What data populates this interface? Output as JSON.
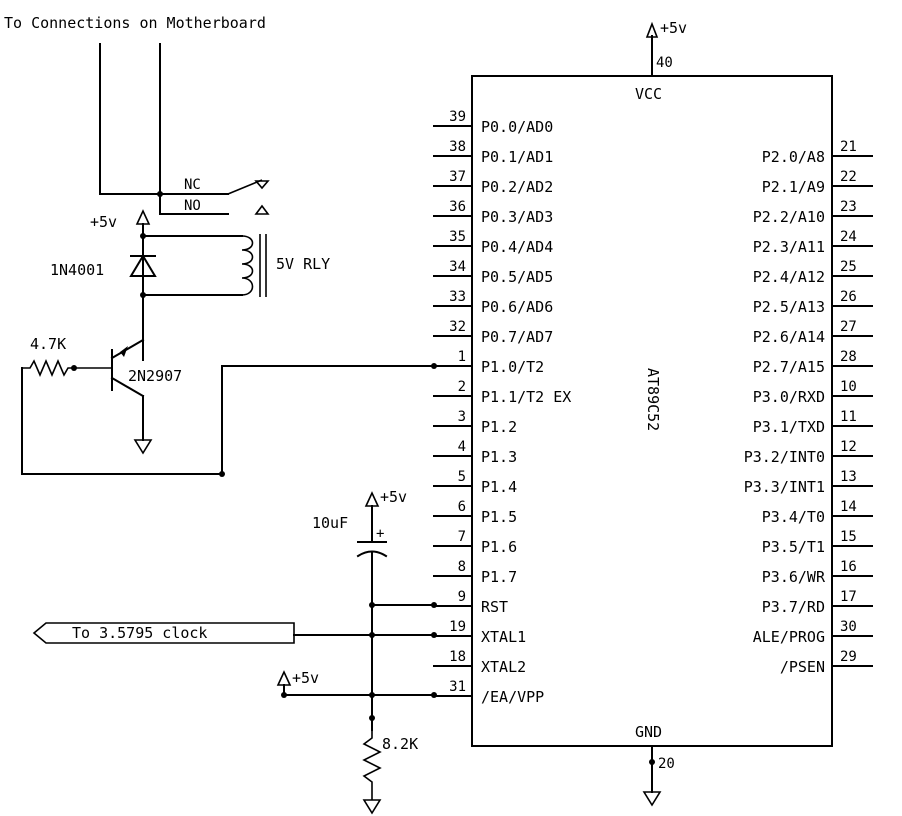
{
  "header": {
    "title": "To Connections on Motherboard"
  },
  "chip": {
    "name": "AT89C52",
    "vcc_label": "VCC",
    "gnd_label": "GND",
    "vcc_pin": "40",
    "gnd_pin": "20",
    "left_pins": [
      {
        "num": "39",
        "label": "P0.0/AD0"
      },
      {
        "num": "38",
        "label": "P0.1/AD1"
      },
      {
        "num": "37",
        "label": "P0.2/AD2"
      },
      {
        "num": "36",
        "label": "P0.3/AD3"
      },
      {
        "num": "35",
        "label": "P0.4/AD4"
      },
      {
        "num": "34",
        "label": "P0.5/AD5"
      },
      {
        "num": "33",
        "label": "P0.6/AD6"
      },
      {
        "num": "32",
        "label": "P0.7/AD7"
      },
      {
        "num": "1",
        "label": "P1.0/T2"
      },
      {
        "num": "2",
        "label": "P1.1/T2 EX"
      },
      {
        "num": "3",
        "label": "P1.2"
      },
      {
        "num": "4",
        "label": "P1.3"
      },
      {
        "num": "5",
        "label": "P1.4"
      },
      {
        "num": "6",
        "label": "P1.5"
      },
      {
        "num": "7",
        "label": "P1.6"
      },
      {
        "num": "8",
        "label": "P1.7"
      },
      {
        "num": "9",
        "label": "RST"
      },
      {
        "num": "19",
        "label": "XTAL1"
      },
      {
        "num": "18",
        "label": "XTAL2"
      },
      {
        "num": "31",
        "label": "/EA/VPP"
      }
    ],
    "right_pins": [
      {
        "num": "21",
        "label": "P2.0/A8"
      },
      {
        "num": "22",
        "label": "P2.1/A9"
      },
      {
        "num": "23",
        "label": "P2.2/A10"
      },
      {
        "num": "24",
        "label": "P2.3/A11"
      },
      {
        "num": "25",
        "label": "P2.4/A12"
      },
      {
        "num": "26",
        "label": "P2.5/A13"
      },
      {
        "num": "27",
        "label": "P2.6/A14"
      },
      {
        "num": "28",
        "label": "P2.7/A15"
      },
      {
        "num": "10",
        "label": "P3.0/RXD"
      },
      {
        "num": "11",
        "label": "P3.1/TXD"
      },
      {
        "num": "12",
        "label": "P3.2/INT0"
      },
      {
        "num": "13",
        "label": "P3.3/INT1"
      },
      {
        "num": "14",
        "label": "P3.4/T0"
      },
      {
        "num": "15",
        "label": "P3.5/T1"
      },
      {
        "num": "16",
        "label": "P3.6/WR"
      },
      {
        "num": "17",
        "label": "P3.7/RD"
      },
      {
        "num": "30",
        "label": "ALE/PROG"
      },
      {
        "num": "29",
        "label": "/PSEN"
      }
    ]
  },
  "power": {
    "top": "+5v",
    "relay": "+5v",
    "cap": "+5v",
    "ea": "+5v"
  },
  "relay": {
    "label": "5V RLY",
    "nc": "NC",
    "no": "NO"
  },
  "components": {
    "diode": "1N4001",
    "resistor_base": "4.7K",
    "transistor": "2N2907",
    "capacitor": "10uF",
    "capacitor_polarity": "+",
    "resistor_reset": "8.2K"
  },
  "clock_input": {
    "label": "To 3.5795 clock"
  }
}
